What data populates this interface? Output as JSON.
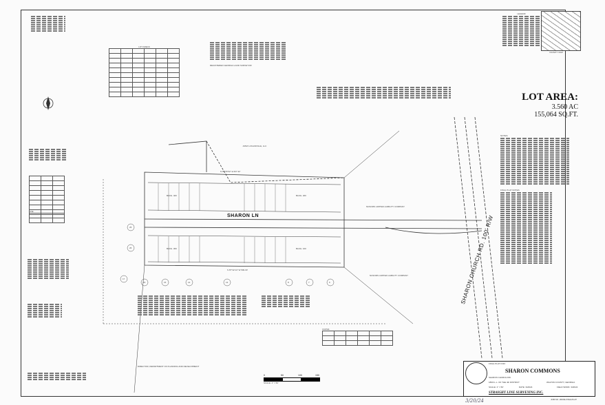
{
  "lot_area": {
    "heading": "LOT AREA:",
    "acres": "3.560 AC",
    "sqft": "155,064 SQ.FT."
  },
  "plat": {
    "street": "SHARON LN",
    "road": "SHARON CHURCH RD.",
    "road_row": "100' R/W",
    "buildings": [
      "BLDG. 400",
      "BLDG. 300",
      "BLDG. 200",
      "BLDG. 100"
    ],
    "bearing_north": "N 87°35'32\" E  607.32'",
    "bearing_south": "S 87°32'14\" W  599.30'",
    "adjacent": [
      "APEX LOGANVILLE, LLC",
      "NUSOMS LIMITED LIABILITY COMPANY",
      "NUSOMS LIMITED LIABILITY COMPANY"
    ],
    "lots_south": [
      "17",
      "16",
      "15",
      "14",
      "13",
      "8",
      "7",
      "6"
    ],
    "lots_west": [
      "25",
      "26"
    ]
  },
  "tables": {
    "lot_areas": "LOT AREAS",
    "line_table": "LINE",
    "curve_table": "CURVE"
  },
  "signatures": {
    "surveyor_title": "REGISTERED GEORGIA LAND SURVEYOR",
    "director": "DIRECTOR, DEPARTMENT OF PLANNING AND DEVELOPMENT",
    "handwritten_date": "3/20/24"
  },
  "scale": {
    "ticks": [
      "0",
      "50",
      "100",
      "150"
    ],
    "label": "SCALE: 1\" = 50'"
  },
  "legend": {
    "heading": "LEGEND",
    "vicinity": "VICINITY MAP"
  },
  "notes": {
    "heading": "NOTES:",
    "final_plat_notes": "FINAL PLAT NOTES"
  },
  "title_block": {
    "prefix": "FINAL PLAT FOR:",
    "project": "SHARON COMMONS",
    "address": "SHARON CHURCH RD.",
    "district": "186th L.L. OF THE 4th DISTRICT",
    "county": "WALTON COUNTY, GEORGIA",
    "scale": "SCALE: 1\" = 50'",
    "date": "DATE: 3/20/24",
    "field_work": "FIELD WORK: 3/20/24",
    "company": "STRAIGHT LINE SURVEYING INC.",
    "job_no": "JOB NO. 20049-FINALPLAT"
  }
}
